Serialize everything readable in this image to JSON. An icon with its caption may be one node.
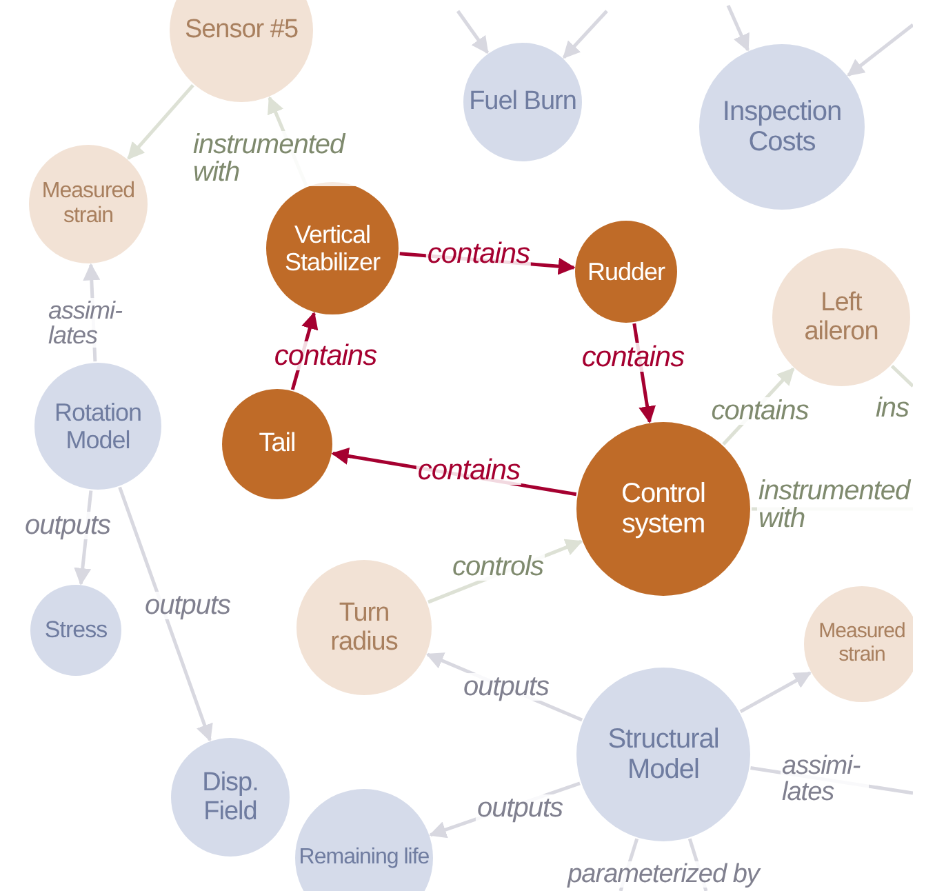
{
  "diagram": {
    "nodes": [
      {
        "text": [
          "Sensor #5"
        ]
      },
      {
        "text": [
          "Measured strain"
        ]
      },
      {
        "text": [
          "Fuel Burn"
        ]
      },
      {
        "text": [
          "Inspection Costs"
        ]
      },
      {
        "text": [
          "Vertical Stabilizer"
        ]
      },
      {
        "text": [
          "Rudder"
        ]
      },
      {
        "text": [
          "Left aileron"
        ]
      },
      {
        "text": [
          "Rotation Model"
        ]
      },
      {
        "text": [
          "Tail"
        ]
      },
      {
        "text": [
          "Control system"
        ]
      },
      {
        "text": [
          "Stress"
        ]
      },
      {
        "text": [
          "Turn radius"
        ]
      },
      {
        "text": [
          "Measured strain"
        ]
      },
      {
        "text": [
          "Structural Model"
        ]
      },
      {
        "text": [
          "Disp. Field"
        ]
      },
      {
        "text": [
          "Remaining life"
        ]
      }
    ],
    "edges": [
      {
        "from": 0,
        "to": 1,
        "arrow": "to",
        "color": "#dde1d5"
      },
      {
        "from": 4,
        "to": 0,
        "arrow": "to",
        "label": "instrumented with",
        "color": "#dde1d5"
      },
      {
        "from": 7,
        "to": 1,
        "arrow": "to",
        "label": "assimi- lates"
      },
      {
        "from": null,
        "to": 2,
        "arrow": "to"
      },
      {
        "from": null,
        "to": 2,
        "arrow": "to"
      },
      {
        "from": null,
        "to": 3,
        "arrow": "to"
      },
      {
        "from": null,
        "to": 3,
        "arrow": "to"
      },
      {
        "from": 4,
        "to": 5,
        "arrow": "to",
        "label": "contains",
        "color": "#a50030"
      },
      {
        "from": 5,
        "to": 9,
        "arrow": "to",
        "label": "contains",
        "color": "#a50030"
      },
      {
        "from": 9,
        "to": 8,
        "arrow": "to",
        "label": "contains",
        "color": "#a50030"
      },
      {
        "from": 8,
        "to": 4,
        "arrow": "to",
        "label": "contains",
        "color": "#a50030"
      },
      {
        "from": 9,
        "to": 6,
        "arrow": "to",
        "label": "contains",
        "color": "#dde1d5"
      },
      {
        "from": 6,
        "to": null,
        "arrow": "none",
        "label": "ins",
        "color": "#dde1d5"
      },
      {
        "from": 9,
        "to": null,
        "arrow": "none",
        "label": "instrumented with",
        "color": "#dde1d5"
      },
      {
        "from": 11,
        "to": 9,
        "arrow": "to",
        "label": "controls",
        "color": "#dde1d5"
      },
      {
        "from": 7,
        "to": 10,
        "arrow": "to",
        "label": "outputs"
      },
      {
        "from": 7,
        "to": 14,
        "arrow": "to",
        "label": "outputs"
      },
      {
        "from": 13,
        "to": 11,
        "arrow": "to",
        "label": "outputs"
      },
      {
        "from": 13,
        "to": 12,
        "arrow": "to"
      },
      {
        "from": 13,
        "to": null,
        "arrow": "none",
        "label": "assimi- lates"
      },
      {
        "from": 13,
        "to": 15,
        "arrow": "to",
        "label": "outputs"
      },
      {
        "from": 13,
        "to": null,
        "arrow": "none",
        "label": "parameterized by"
      },
      {
        "from": 13,
        "to": null,
        "arrow": "none"
      }
    ]
  }
}
